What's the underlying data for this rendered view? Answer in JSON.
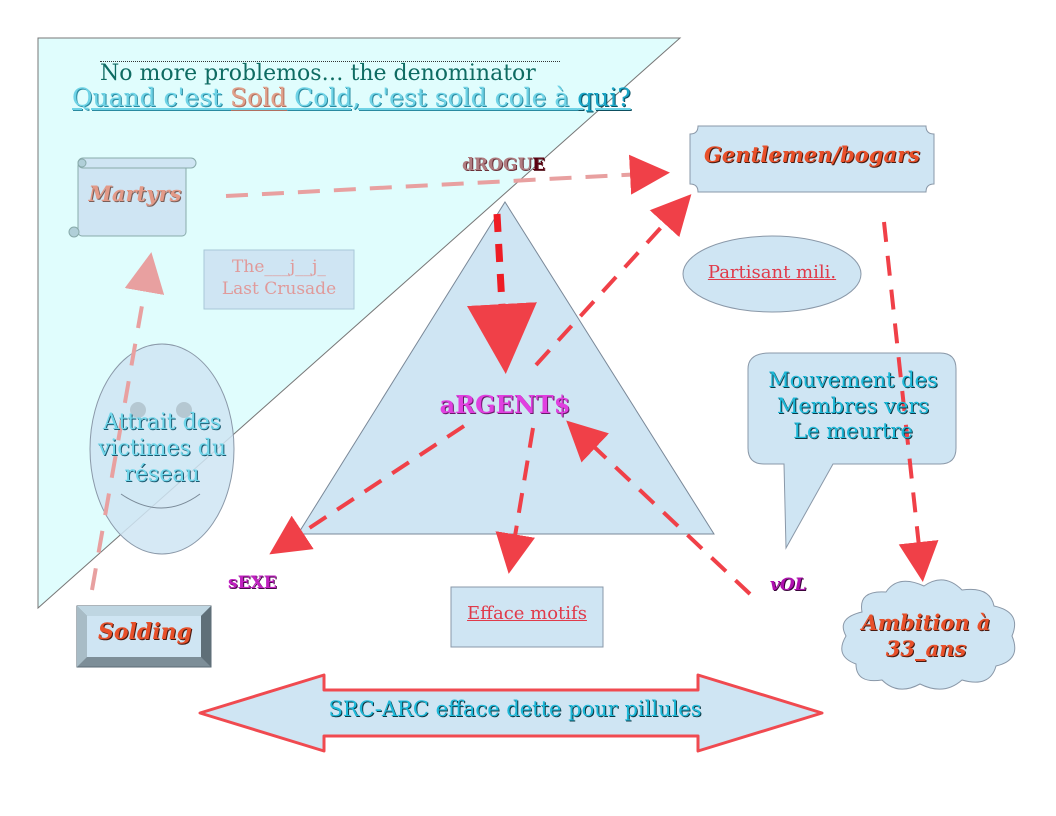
{
  "header": {
    "line1": "No more problemos… the denominator",
    "line2_part1": "Quand c'est ",
    "line2_sold": "Sold",
    "line2_part2": " Cold, c'est sold cole à ",
    "line2_qui": "qui?"
  },
  "nodes": {
    "martyrs": "Martyrs",
    "crusade_line1": "The___j__j_",
    "crusade_line2": "Last Crusade",
    "drogue_main": "dROGU",
    "drogue_end": "E",
    "gentlemen": "Gentlemen/bogars",
    "partisant": "Partisant mili.",
    "argent": "aRGENT$",
    "mouvement_line1": "Mouvement des",
    "mouvement_line2": "Membres vers",
    "mouvement_line3": "Le meurtre",
    "attrait_line1": "Attrait des",
    "attrait_line2": "victimes du",
    "attrait_line3": "réseau",
    "sexe": "sEXE",
    "vol": "vOL",
    "efface": "Efface motifs",
    "solding": "Solding",
    "ambition_line1": "Ambition à",
    "ambition_line2": "33_ans",
    "src_arc": "SRC-ARC efface dette pour pillules"
  },
  "colors": {
    "shape_fill": "#cfe5f3",
    "shape_stroke": "#8a98a8",
    "panel_fill": "#e0fdfd",
    "arrow_red": "#f04048",
    "arrow_pink": "#e8a0a0"
  }
}
